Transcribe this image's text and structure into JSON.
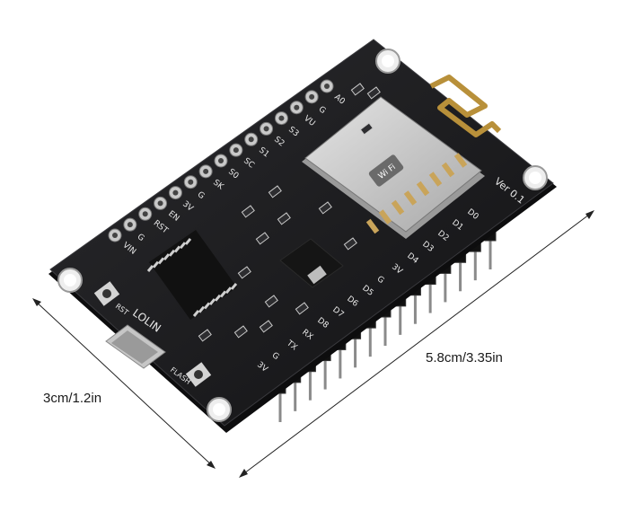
{
  "dimensions": {
    "width_label": "3cm/1.2in",
    "length_label": "5.8cm/3.35in"
  },
  "board": {
    "brand_text": "LOLIN",
    "version_text": "Ver 0.1",
    "module_text": "Wi Fi",
    "top_pins": [
      "A0",
      "G",
      "VU",
      "S3",
      "S2",
      "S1",
      "SC",
      "S0",
      "SK",
      "G",
      "3V",
      "EN",
      "RST",
      "G",
      "VIN"
    ],
    "bottom_pins": [
      "D0",
      "D1",
      "D2",
      "D3",
      "D4",
      "3V",
      "G",
      "D5",
      "D6",
      "D7",
      "D8",
      "RX",
      "TX",
      "G",
      "3V"
    ],
    "button_labels": [
      "RST",
      "FLASH"
    ]
  },
  "colors": {
    "pcb": "#1c1c1e",
    "pin_gold": "#c9a45a",
    "shield": "#c8c8c8",
    "antenna": "#b8903a",
    "silkscreen": "#e8e8e8"
  }
}
